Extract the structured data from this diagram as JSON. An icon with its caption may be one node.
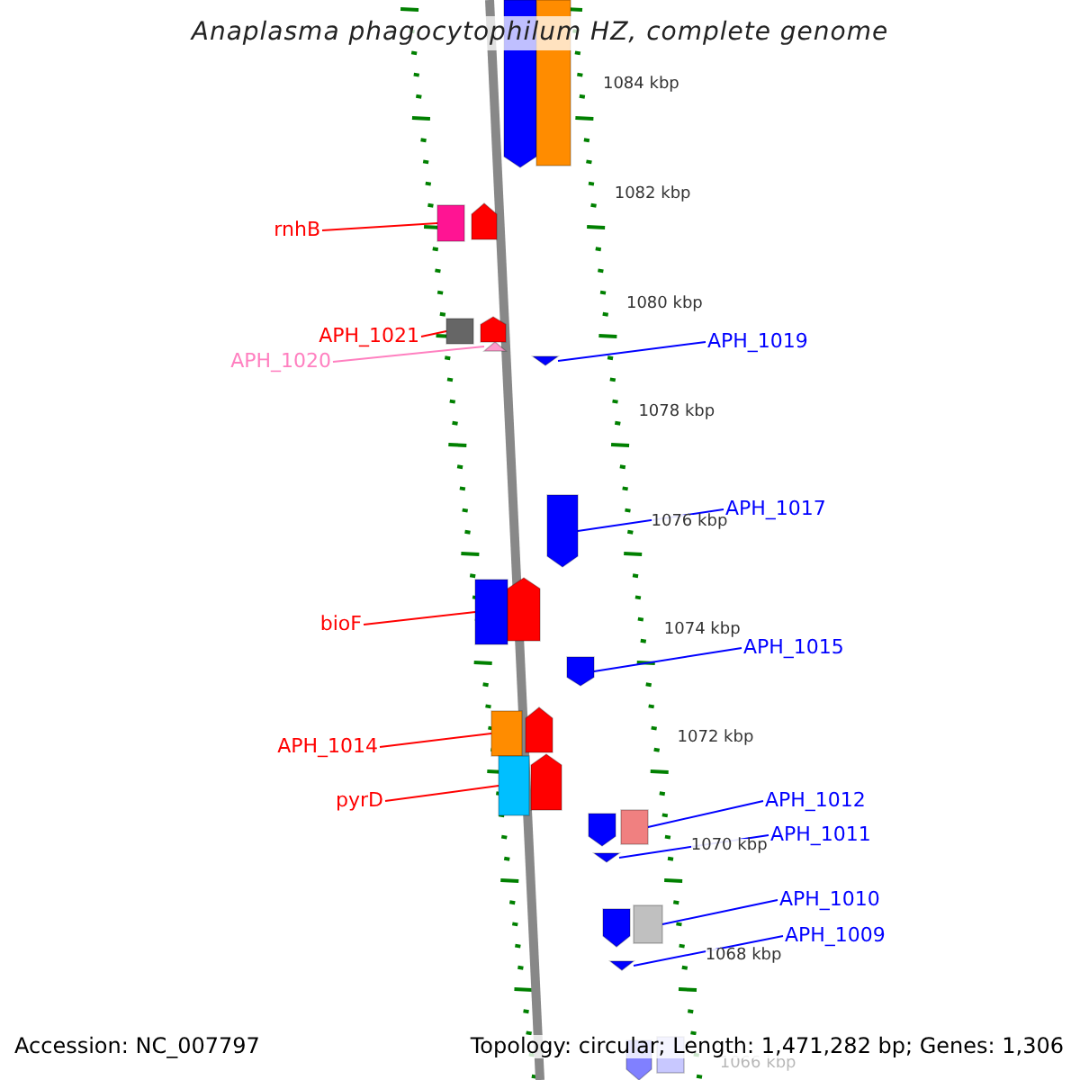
{
  "diagram": {
    "title": "Anaplasma phagocytophilum HZ, complete genome",
    "nodes": [
      {
        "text": [
          "rnhB"
        ]
      },
      {
        "text": [],
        "shape": "box"
      },
      {
        "text": [
          "APH_1021"
        ]
      },
      {
        "text": [],
        "shape": "box"
      },
      {
        "text": [
          "APH_1020"
        ]
      },
      {
        "text": [],
        "shape": "triangle"
      },
      {
        "text": [
          "APH_1019"
        ]
      },
      {
        "text": [],
        "shape": "triangle"
      },
      {
        "text": [
          "APH_1017"
        ]
      },
      {
        "text": [],
        "shape": "pentagon"
      },
      {
        "text": [
          "bioF"
        ]
      },
      {
        "text": [],
        "shape": "box"
      },
      {
        "text": [
          "APH_1015"
        ]
      },
      {
        "text": [],
        "shape": "pentagon"
      },
      {
        "text": [
          "APH_1014"
        ]
      },
      {
        "text": [],
        "shape": "box"
      },
      {
        "text": [
          "pyrD"
        ]
      },
      {
        "text": [],
        "shape": "box"
      },
      {
        "text": [
          "APH_1012"
        ]
      },
      {
        "text": [],
        "shape": "box"
      },
      {
        "text": [
          "APH_1011"
        ]
      },
      {
        "text": [],
        "shape": "triangle"
      },
      {
        "text": [
          "APH_1010"
        ]
      },
      {
        "text": [],
        "shape": "box"
      },
      {
        "text": [
          "APH_1009"
        ]
      },
      {
        "text": [],
        "shape": "triangle"
      },
      {
        "text": [],
        "shape": "pentagon"
      },
      {
        "text": [],
        "shape": "box"
      },
      {
        "text": [],
        "shape": "pentagon"
      },
      {
        "text": [],
        "shape": "pentagon"
      },
      {
        "text": [],
        "shape": "pentagon"
      },
      {
        "text": [],
        "shape": "pentagon"
      },
      {
        "text": [],
        "shape": "pentagon"
      },
      {
        "text": [],
        "shape": "pentagon"
      },
      {
        "text": [],
        "shape": "pentagon"
      },
      {
        "text": [],
        "shape": "pentagon"
      },
      {
        "text": [],
        "shape": "box"
      }
    ],
    "edges": [
      {
        "from": 0,
        "to": 1,
        "arrow": "none",
        "color": "#ff0000"
      },
      {
        "from": 2,
        "to": 3,
        "arrow": "none",
        "color": "#ff0000"
      },
      {
        "from": 4,
        "to": 5,
        "arrow": "none",
        "color": "#ff80c0"
      },
      {
        "from": 6,
        "to": 7,
        "arrow": "none"
      },
      {
        "from": 8,
        "to": 9,
        "arrow": "none"
      },
      {
        "from": 10,
        "to": 11,
        "arrow": "none",
        "color": "#ff0000"
      },
      {
        "from": 12,
        "to": 13,
        "arrow": "none"
      },
      {
        "from": 14,
        "to": 15,
        "arrow": "none",
        "color": "#ff0000"
      },
      {
        "from": 16,
        "to": 17,
        "arrow": "none",
        "color": "#ff0000"
      },
      {
        "from": 18,
        "to": 19,
        "arrow": "none"
      },
      {
        "from": 20,
        "to": 21,
        "arrow": "none"
      },
      {
        "from": 22,
        "to": 23,
        "arrow": "none"
      },
      {
        "from": 24,
        "to": 25,
        "arrow": "none"
      }
    ],
    "labels": [
      "1084 kbp",
      "1082 kbp",
      "1080 kbp",
      "1078 kbp",
      "1076 kbp",
      "1074 kbp",
      "1072 kbp",
      "1070 kbp",
      "1068 kbp",
      "1066 kbp",
      "Accession: NC_007797",
      "Topology: circular; Length: 1,471,282 bp; Genes: 1,306"
    ]
  }
}
